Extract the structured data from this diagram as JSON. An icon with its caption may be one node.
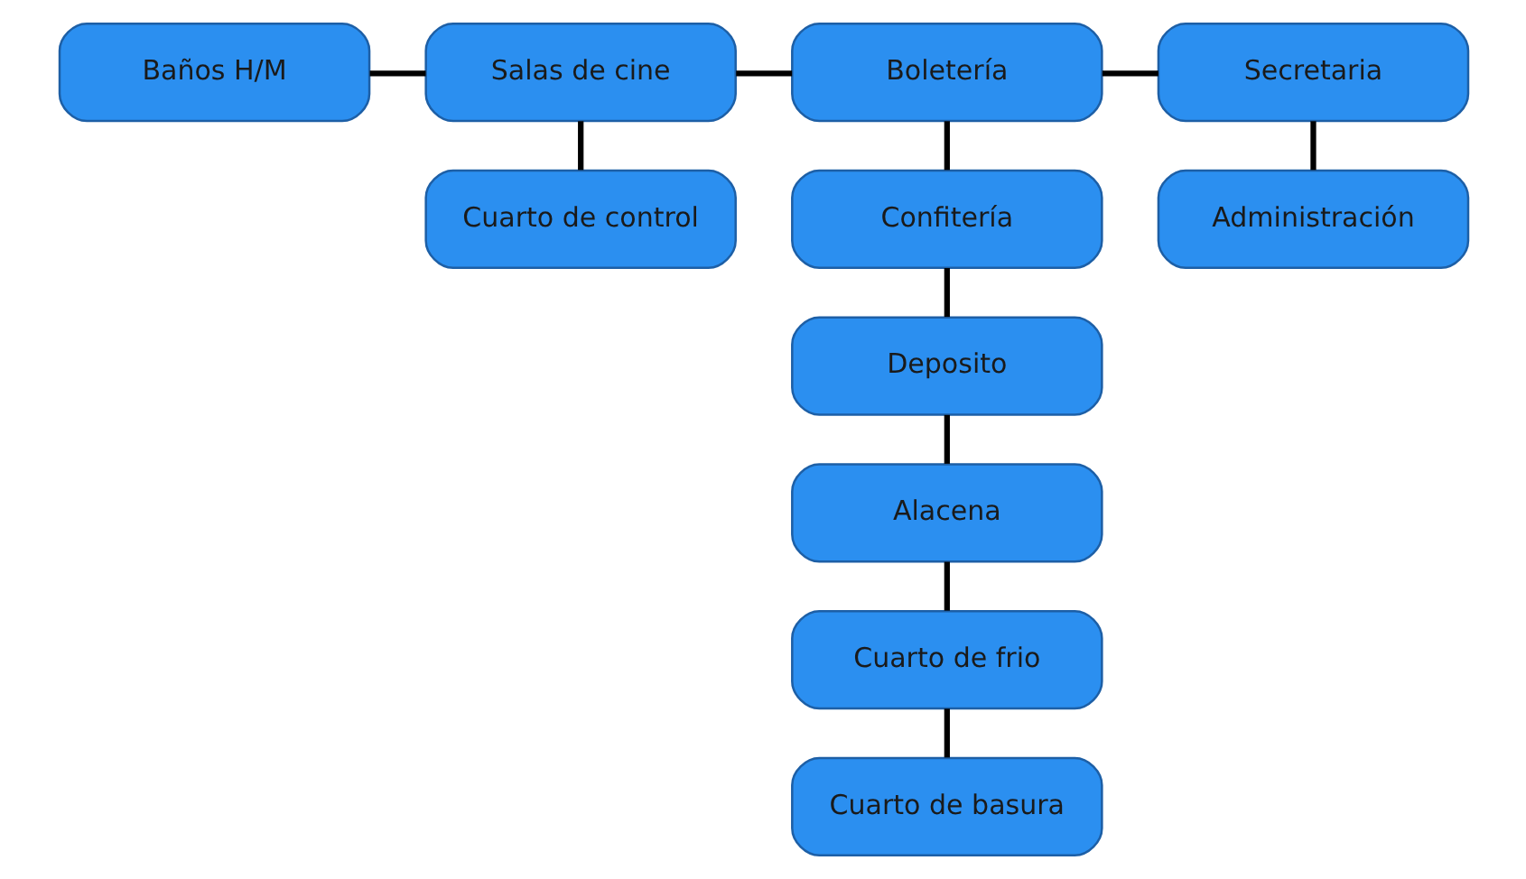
{
  "diagram": {
    "nodes": [
      {
        "text": [
          "Baños H/M"
        ]
      },
      {
        "text": [
          "Salas de cine"
        ]
      },
      {
        "text": [
          "Boletería"
        ]
      },
      {
        "text": [
          "Secretaria"
        ]
      },
      {
        "text": [
          "Cuarto de control"
        ]
      },
      {
        "text": [
          "Confitería"
        ]
      },
      {
        "text": [
          "Administración"
        ]
      },
      {
        "text": [
          "Deposito"
        ]
      },
      {
        "text": [
          "Alacena"
        ]
      },
      {
        "text": [
          "Cuarto de frio"
        ]
      },
      {
        "text": [
          "Cuarto de basura"
        ]
      }
    ],
    "edges": [
      {
        "from": 0,
        "to": 1,
        "arrow": "none"
      },
      {
        "from": 1,
        "to": 2,
        "arrow": "none"
      },
      {
        "from": 2,
        "to": 3,
        "arrow": "none"
      },
      {
        "from": 1,
        "to": 4,
        "arrow": "none"
      },
      {
        "from": 2,
        "to": 5,
        "arrow": "none"
      },
      {
        "from": 3,
        "to": 6,
        "arrow": "none"
      },
      {
        "from": 5,
        "to": 7,
        "arrow": "none"
      },
      {
        "from": 7,
        "to": 8,
        "arrow": "none"
      },
      {
        "from": 8,
        "to": 9,
        "arrow": "none"
      },
      {
        "from": 9,
        "to": 10,
        "arrow": "none"
      }
    ]
  }
}
